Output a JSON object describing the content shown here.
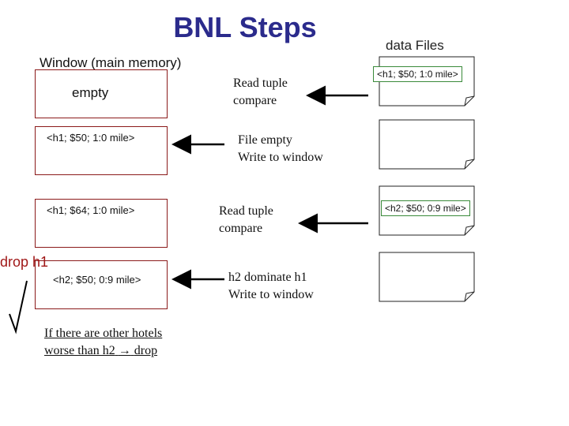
{
  "title": "BNL Steps",
  "data_files_label": "data Files",
  "window_label": "Window (main memory)",
  "window_boxes": [
    {
      "text": "empty"
    },
    {
      "text": "<h1; $50; 1:0 mile>"
    },
    {
      "text": "<h1; $64; 1:0 mile>"
    },
    {
      "text": "<h2; $50; 0:9 mile>"
    }
  ],
  "steps": [
    {
      "line1": "Read tuple",
      "line2": "compare"
    },
    {
      "line1": "File empty",
      "line2": "Write to window"
    },
    {
      "line1": "Read tuple",
      "line2": "compare"
    },
    {
      "line1": "h2 dominate h1",
      "line2": "Write to window"
    }
  ],
  "file_labels": [
    "<h1; $50; 1:0 mile>",
    "<h2; $50; 0:9 mile>"
  ],
  "drop_label": "drop h1",
  "check_symbol": "√",
  "note": {
    "line1": "If there are other hotels",
    "line2_prefix": "worse than h2",
    "line2_arrow": "→",
    "line2_suffix": "drop"
  },
  "colors": {
    "title": "#2b2b8c",
    "box_border": "#8b1a1a",
    "label_border": "#3a8a3a",
    "drop_text": "#a01818"
  }
}
